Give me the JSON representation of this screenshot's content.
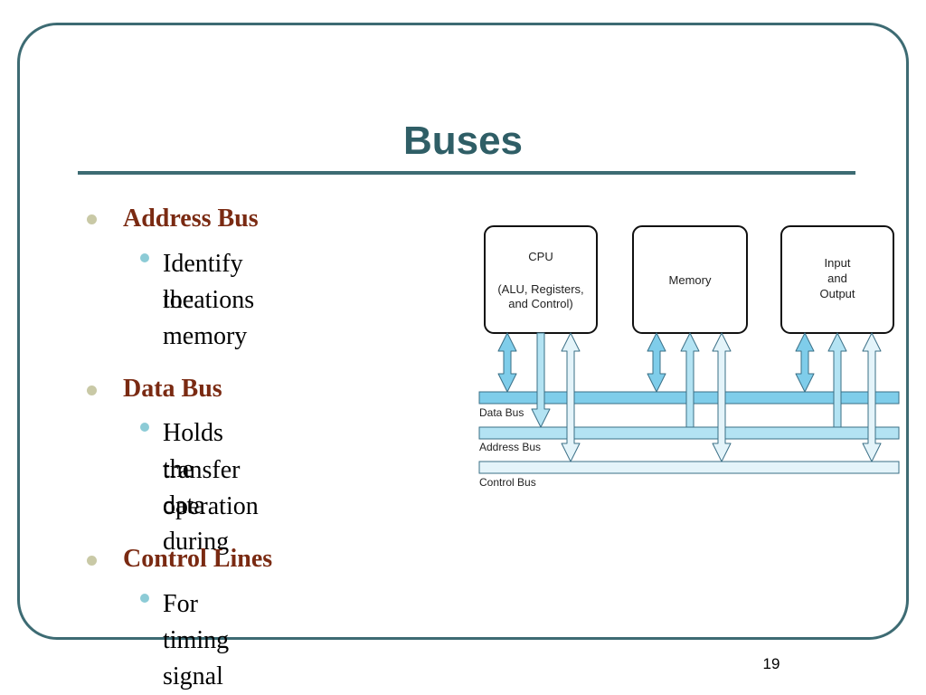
{
  "slide": {
    "title": "Buses",
    "page_number": "19"
  },
  "bullets": [
    {
      "heading": "Address Bus",
      "sub_lines": [
        "Identify the memory",
        "locations"
      ]
    },
    {
      "heading": "Data Bus",
      "sub_lines": [
        "Holds the data during",
        "transfer operation"
      ]
    },
    {
      "heading": "Control Lines",
      "sub_lines": [
        "For timing signal"
      ]
    }
  ],
  "diagram": {
    "cpu": {
      "label": "CPU",
      "sub_label_1": "(ALU, Registers,",
      "sub_label_2": "and Control)"
    },
    "memory": {
      "label": "Memory"
    },
    "io": {
      "label_1": "Input",
      "label_2": "and",
      "label_3": "Output"
    },
    "buses": {
      "data": "Data Bus",
      "address": "Address Bus",
      "control": "Control Bus"
    },
    "colors": {
      "data_bus": "#7fcdea",
      "address_bus": "#b3e3f3",
      "control_bus": "#e4f4fa",
      "outline": "#3a6f86"
    }
  }
}
